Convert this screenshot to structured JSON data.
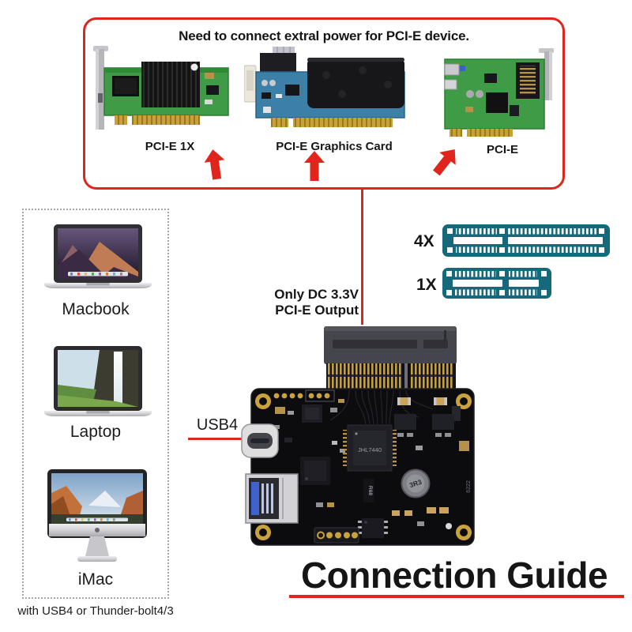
{
  "top_box": {
    "title": "Need to connect extral power for PCI-E device.",
    "cards": [
      {
        "label": "PCI-E 1X"
      },
      {
        "label": "PCI-E Graphics Card"
      },
      {
        "label": "PCI-E"
      }
    ]
  },
  "devices": {
    "items": [
      {
        "label": "Macbook"
      },
      {
        "label": "Laptop"
      },
      {
        "label": "iMac"
      }
    ],
    "footnote": "with USB4 or Thunder-bolt4/3"
  },
  "center": {
    "dc_note": [
      "Only DC 3.3V",
      "PCI-E Output"
    ],
    "slots": [
      {
        "label": "4X"
      },
      {
        "label": "1X"
      }
    ],
    "usb4_label": "USB4"
  },
  "board": {
    "chip": "JHL7440",
    "inductor": "3R3",
    "resistor": "R68",
    "silkscreen": "6222"
  },
  "footer": {
    "title": "Connection Guide"
  },
  "colors": {
    "accent_red": "#e0261c",
    "slot_teal": "#16697b",
    "pcb_green": "#3f9b45"
  }
}
